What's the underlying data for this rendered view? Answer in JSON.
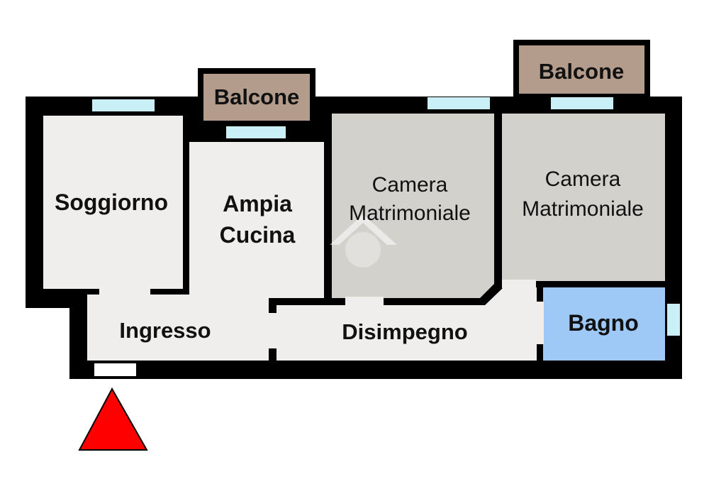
{
  "colors": {
    "wall": "#000000",
    "room_light": "#efeeec",
    "room_gray": "#d3d1cc",
    "balcony": "#b39c8c",
    "bathroom": "#9ec8f5",
    "window": "#c8f0f6",
    "entrance_marker": "#ff0000",
    "watermark": "#ffffff"
  },
  "icons": {
    "entrance": "red-triangle-entrance-icon",
    "watermark": "house-watermark-icon"
  },
  "rooms": {
    "balcone_left": "Balcone",
    "balcone_right": "Balcone",
    "soggiorno": "Soggiorno",
    "cucina_line1": "Ampia",
    "cucina_line2": "Cucina",
    "camera1_line1": "Camera",
    "camera1_line2": "Matrimoniale",
    "camera2_line1": "Camera",
    "camera2_line2": "Matrimoniale",
    "ingresso": "Ingresso",
    "disimpegno": "Disimpegno",
    "bagno": "Bagno"
  }
}
